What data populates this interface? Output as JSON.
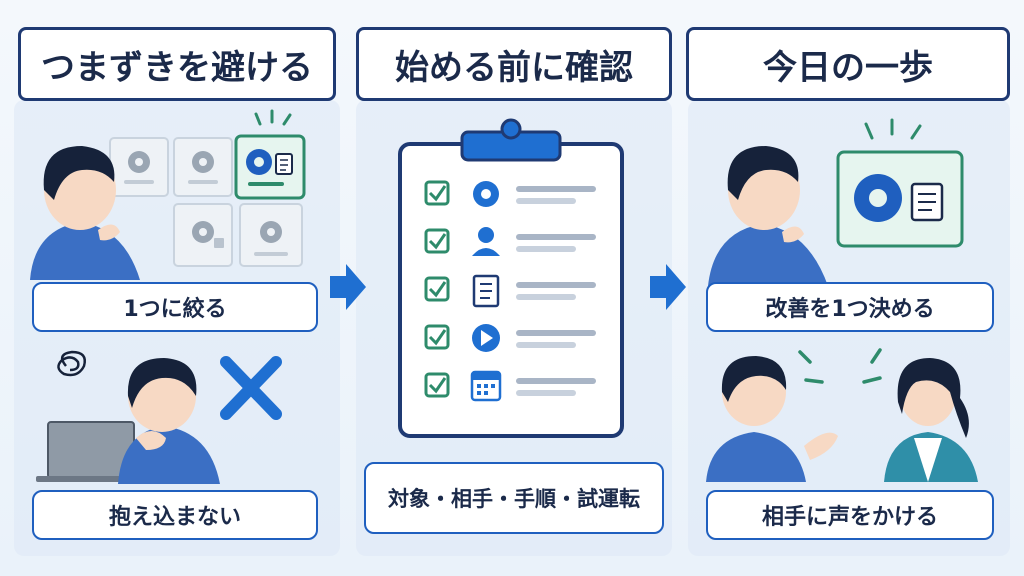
{
  "columns": [
    {
      "title": "つまずきを避ける",
      "labels": [
        "1つに絞る",
        "抱え込まない"
      ]
    },
    {
      "title": "始める前に確認",
      "labels": [
        "対象・相手・手順・試運転"
      ]
    },
    {
      "title": "今日の一歩",
      "labels": [
        "改善を1つ決める",
        "相手に声をかける"
      ]
    }
  ],
  "colors": {
    "navy": "#1f3a73",
    "blue": "#1f6fd1",
    "green": "#2e8b6b",
    "hair": "#16223a",
    "skin": "#f7d9c4",
    "shirt": "#3b6fc4"
  },
  "icons": [
    "gear-icon",
    "document-icon",
    "person-icon",
    "checklist-icon",
    "play-icon",
    "calendar-icon",
    "cross-icon",
    "arrow-right-icon",
    "clipboard-icon",
    "laptop-icon"
  ]
}
